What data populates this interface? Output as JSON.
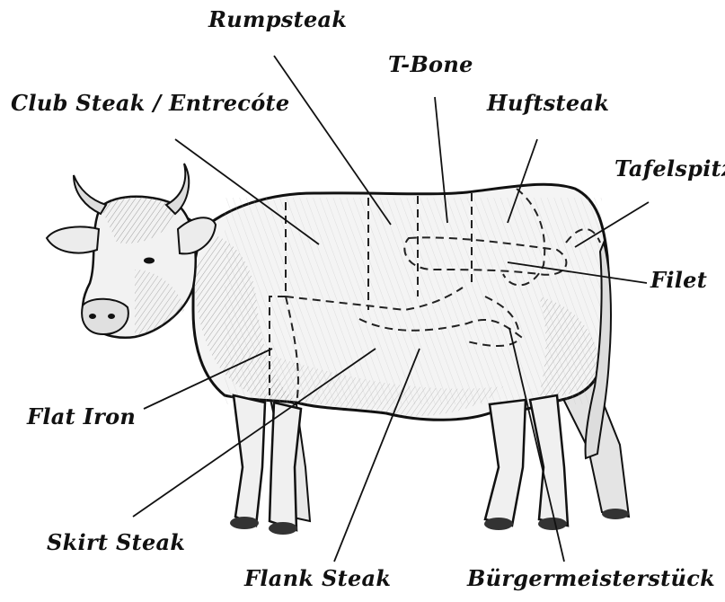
{
  "diagram": {
    "labels": {
      "rumpsteak": "Rumpsteak",
      "tbone": "T-Bone",
      "club": "Club Steak / Entrecóte",
      "huftsteak": "Huftsteak",
      "tafelspitz": "Tafelspitz",
      "filet": "Filet",
      "flat_iron": "Flat Iron",
      "skirt": "Skirt Steak",
      "flank": "Flank Steak",
      "burgermeister": "Bürgermeisterstück"
    },
    "colors": {
      "ink": "#111111",
      "hide": "#f4f4f4",
      "shade": "#8a8a8a"
    }
  }
}
